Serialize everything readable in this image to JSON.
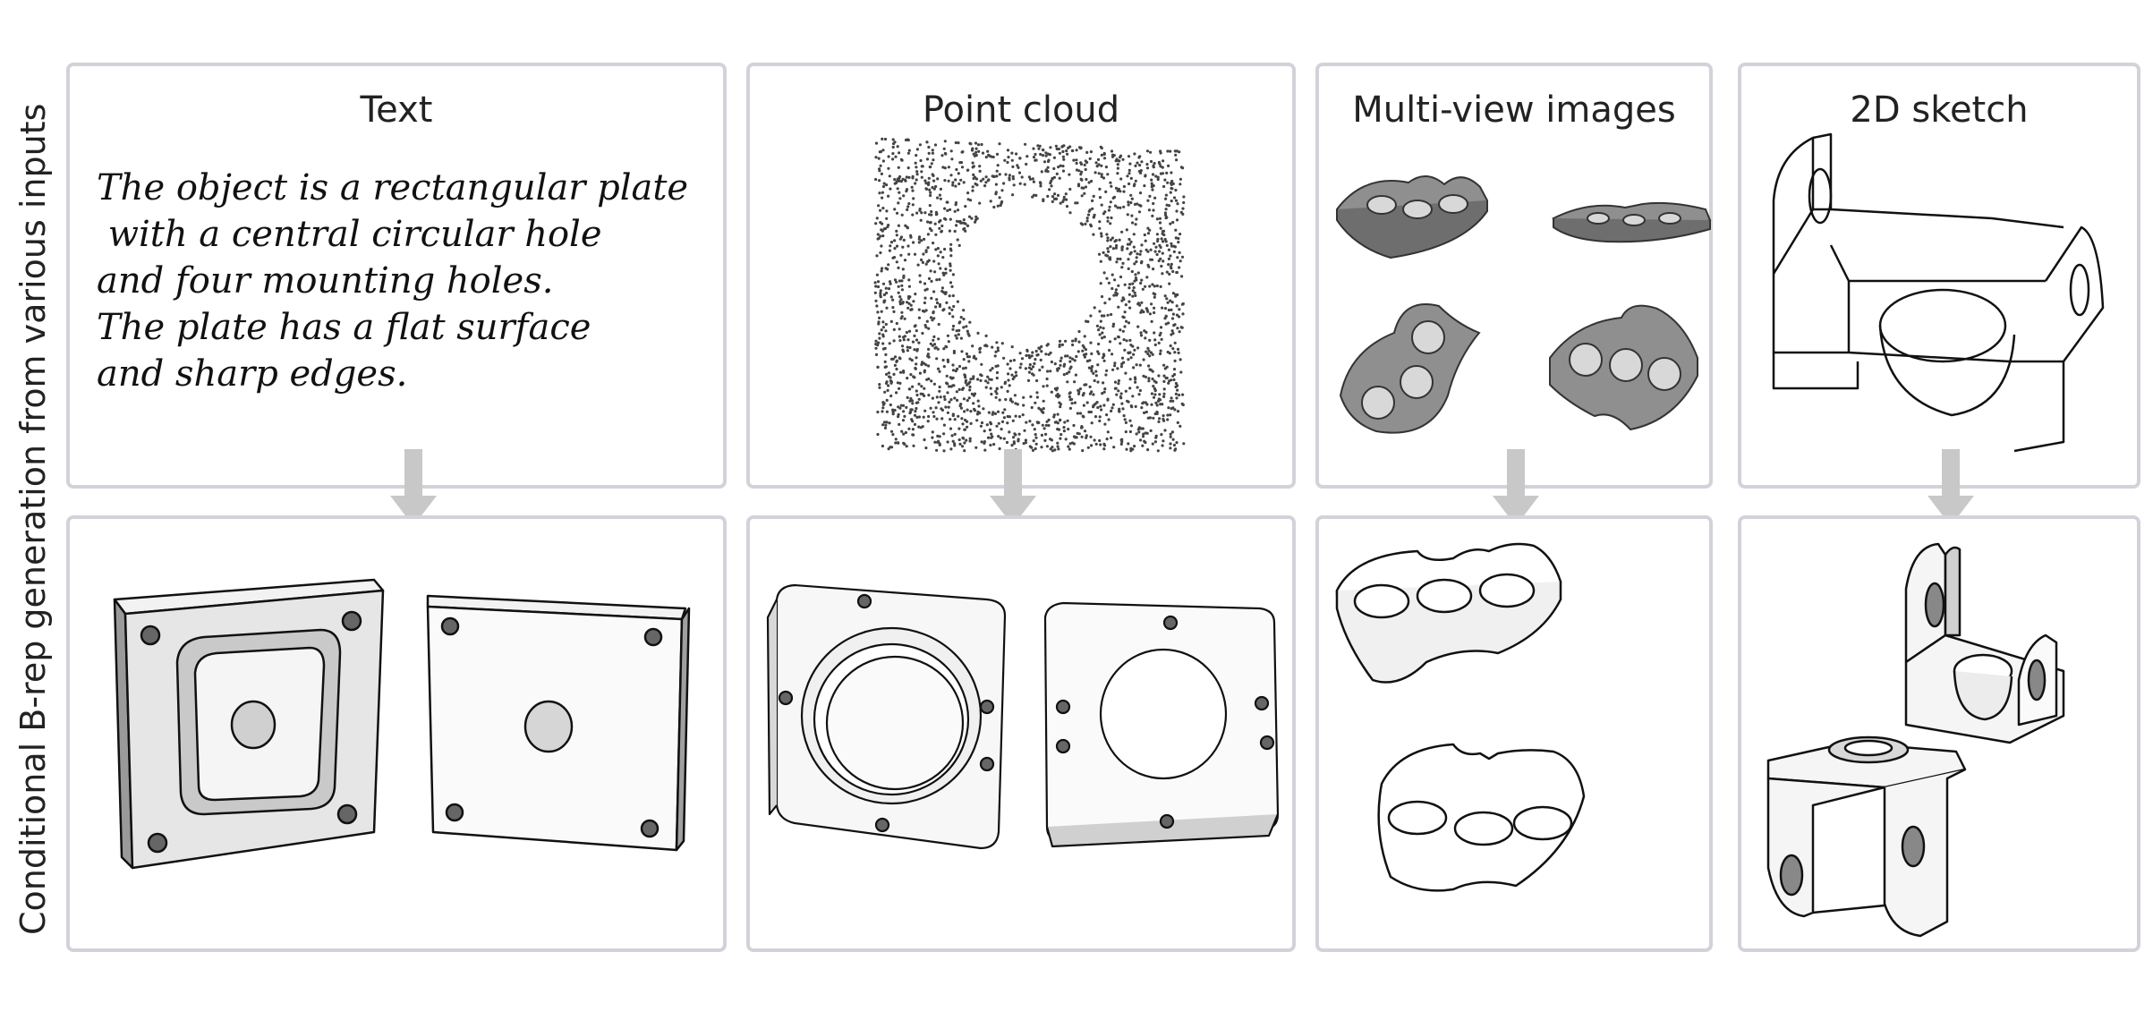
{
  "side_label": "Conditional B-rep generation from various inputs",
  "inputs": [
    {
      "title": "Text",
      "prompt_lines": [
        "The object is a rectangular plate",
        " with a central circular hole",
        "and four mounting holes.",
        "The plate has a flat surface",
        "and sharp edges."
      ]
    },
    {
      "title": "Point cloud"
    },
    {
      "title": "Multi-view images"
    },
    {
      "title": "2D sketch"
    }
  ],
  "colors": {
    "panel_border": "#d2d2da",
    "arrow": "#c8c8c8",
    "shade": "#8a8a8a",
    "line": "#111111"
  }
}
